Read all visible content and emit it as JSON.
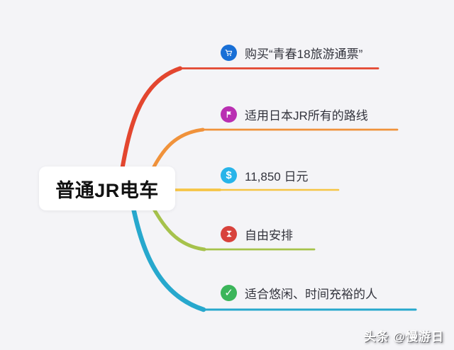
{
  "canvas": {
    "background": "#f4f4f7"
  },
  "center_node": {
    "label": "普通JR电车",
    "bg": "#ffffff",
    "text_color": "#111111"
  },
  "branches": [
    {
      "label": "购买“青春18旅游通票”",
      "icon": "shopping-cart-icon",
      "icon_bg": "#186fd6",
      "line_color": "#e3462f"
    },
    {
      "label": "适用日本JR所有的路线",
      "icon": "flag-icon",
      "icon_bg": "#b92fb2",
      "line_color": "#f0923b"
    },
    {
      "label": "11,850 日元",
      "icon": "dollar-icon",
      "icon_char": "$",
      "icon_bg": "#28b4e9",
      "line_color": "#f6c545"
    },
    {
      "label": "自由安排",
      "icon": "hourglass-icon",
      "icon_bg": "#d8423c",
      "line_color": "#a6c24c"
    },
    {
      "label": "适合悠闲、时间充裕的人",
      "icon": "check-icon",
      "icon_char": "✓",
      "icon_bg": "#3bb55a",
      "line_color": "#27a8cd"
    }
  ],
  "watermark": {
    "label": "头条 @慢游日"
  }
}
